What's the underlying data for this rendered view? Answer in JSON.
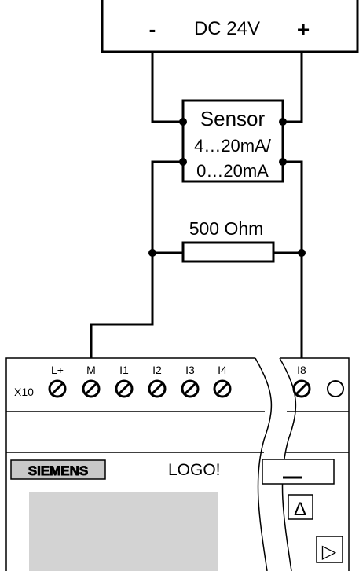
{
  "power_supply": {
    "minus": "-",
    "label": "DC 24V",
    "plus": "+"
  },
  "sensor": {
    "title": "Sensor",
    "range_line1": "4…20mA/",
    "range_line2": "0…20mA"
  },
  "resistor": {
    "label": "500 Ohm"
  },
  "logo_module": {
    "connector_label": "X10",
    "terminals": [
      "L+",
      "M",
      "I1",
      "I2",
      "I3",
      "I4"
    ],
    "terminal_right": "I8",
    "brand": "SIEMENS",
    "model": "LOGO!",
    "up_arrow": "Δ",
    "right_arrow": "▷"
  }
}
